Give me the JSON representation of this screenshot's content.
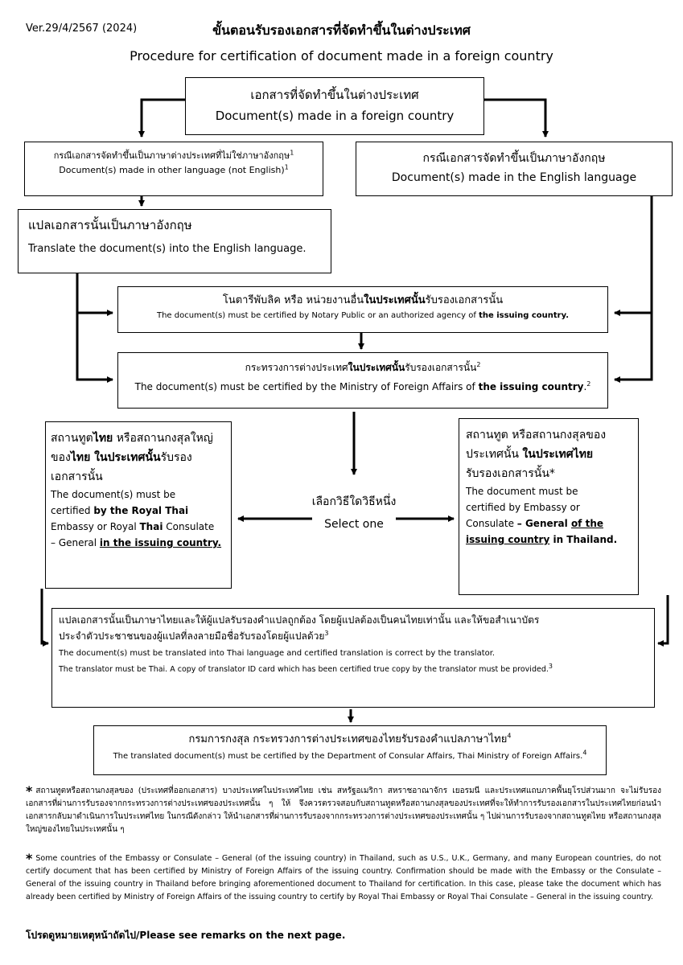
{
  "header": {
    "version": "Ver.29/4/2567 (2024)",
    "title_th": "ขั้นตอนรับรองเอกสารที่จัดทำขึ้นในต่างประเทศ",
    "title_en": "Procedure for certification of document made in a foreign country"
  },
  "box_source": {
    "th": "เอกสารที่จัดทำขึ้นในต่างประเทศ",
    "en": "Document(s) made in a foreign country"
  },
  "box_other_lang": {
    "th": "กรณีเอกสารจัดทำขึ้นเป็นภาษาต่างประเทศที่ไม่ใช่ภาษาอังกฤษ",
    "en": "Document(s) made in other language (not English)",
    "sup": "1"
  },
  "box_english": {
    "th": "กรณีเอกสารจัดทำขึ้นเป็นภาษาอังกฤษ",
    "en": "Document(s) made in the English language"
  },
  "box_translate": {
    "th": "แปลเอกสารนั้นเป็นภาษาอังกฤษ",
    "en": "Translate the document(s) into the English language."
  },
  "box_notary": {
    "th_pre": "โนตารีพับลิค หรือ หน่วยงานอื่น",
    "th_bold": "ในประเทศนั้น",
    "th_post": "รับรองเอกสารนั้น",
    "en_pre": "The document(s) must be certified by Notary Public or an authorized agency of ",
    "en_bold": "the issuing country."
  },
  "box_mfa": {
    "th_pre": "กระทรวงการต่างประเทศ",
    "th_bold": "ในประเทศนั้น",
    "th_post": "รับรองเอกสารนั้น",
    "th_sup": "2",
    "en_pre": "The document(s) must be certified by the Ministry of Foreign Affairs of ",
    "en_bold": "the issuing country",
    "en_post": ".",
    "en_sup": "2"
  },
  "box_thai_embassy": {
    "l1a": "สถานทูต",
    "l1b": "ไทย",
    "l1c": " หรือสถานกงสุลใหญ่",
    "l2a": "ของ",
    "l2b": "ไทย ในประเทศนั้น",
    "l2c": "รับรอง",
    "l3": "เอกสารนั้น",
    "l4": "The document(s) must be",
    "l5a": "certified ",
    "l5b": "by the Royal Thai",
    "l6a": "Embassy or Royal ",
    "l6b": "Thai",
    "l6c": " Consulate",
    "l7a": "– General ",
    "l7b": "in the issuing country."
  },
  "select": {
    "th": "เลือกวิธีใดวิธีหนึ่ง",
    "en": "Select one"
  },
  "box_foreign_embassy": {
    "l1": "สถานทูต หรือสถานกงสุลของ",
    "l2a": "ประเทศนั้น ",
    "l2b": "ในประเทศไทย",
    "l3": "รับรองเอกสารนั้น*",
    "l4": "The document must be",
    "l5": "certified by Embassy or",
    "l6a": "Consulate ",
    "l6b": "– General ",
    "l6c": "of the",
    "l7a": "issuing country",
    "l7b": " in Thailand."
  },
  "box_thai_translation": {
    "th1": "แปลเอกสารนั้นเป็นภาษาไทยและให้ผู้แปลรับรองคำแปลถูกต้อง โดยผู้แปลต้องเป็นคนไทยเท่านั้น และให้ขอสำเนาบัตร",
    "th2": "ประจำตัวประชาชนของผู้แปลที่ลงลายมือชื่อรับรองโดยผู้แปลด้วย",
    "th_sup": "3",
    "en1": "The document(s) must be translated into Thai language and certified translation is correct by the translator.",
    "en2": "The translator must be Thai. A copy of translator ID card which has been certified true copy by the translator must be provided.",
    "en_sup": "3"
  },
  "box_consular": {
    "th": "กรมการกงสุล กระทรวงการต่างประเทศของไทยรับรองคำแปลภาษาไทย",
    "th_sup": "4",
    "en": "The translated document(s) must be certified by the Department of Consular Affairs, Thai Ministry of Foreign Affairs.",
    "en_sup": "4"
  },
  "notes": {
    "star": "*",
    "th": "สถานทูตหรือสถานกงสุลของ (ประเทศที่ออกเอกสาร) บางประเทศในประเทศไทย เช่น สหรัฐอเมริกา สหราชอาณาจักร เยอรมนี และประเทศแถบภาคพื้นยุโรปส่วนมาก จะไม่รับรองเอกสารที่ผ่านการรับรองจากกระทรวงการต่างประเทศของประเทศนั้น ๆ ให้ จึงควรตรวจสอบกับสถานทูตหรือสถานกงสุลของประเทศที่จะให้ทำการรับรองเอกสารในประเทศไทยก่อนนำเอกสารกลับมาดำเนินการในประเทศไทย ในกรณีดังกล่าว ให้นำเอกสารที่ผ่านการรับรองจากกระทรวงการต่างประเทศของประเทศนั้น ๆ ไปผ่านการรับรองจากสถานทูตไทย หรือสถานกงสุลใหญ่ของไทยในประเทศนั้น ๆ",
    "en": "Some countries of the Embassy or Consulate – General (of the issuing country) in Thailand, such as U.S., U.K., Germany, and many European countries, do not certify document that has been certified by Ministry of Foreign Affairs of the issuing country. Confirmation should be made with the Embassy or the Consulate – General of the issuing country in Thailand before bringing aforementioned document to Thailand for certification. In this case, please take the document which has already been certified by Ministry of Foreign Affairs of the issuing country to certify by Royal Thai Embassy or Royal Thai Consulate – General in the issuing country.",
    "footer": "โปรดดูหมายเหตุหน้าถัดไป/Please see remarks on the next page."
  }
}
